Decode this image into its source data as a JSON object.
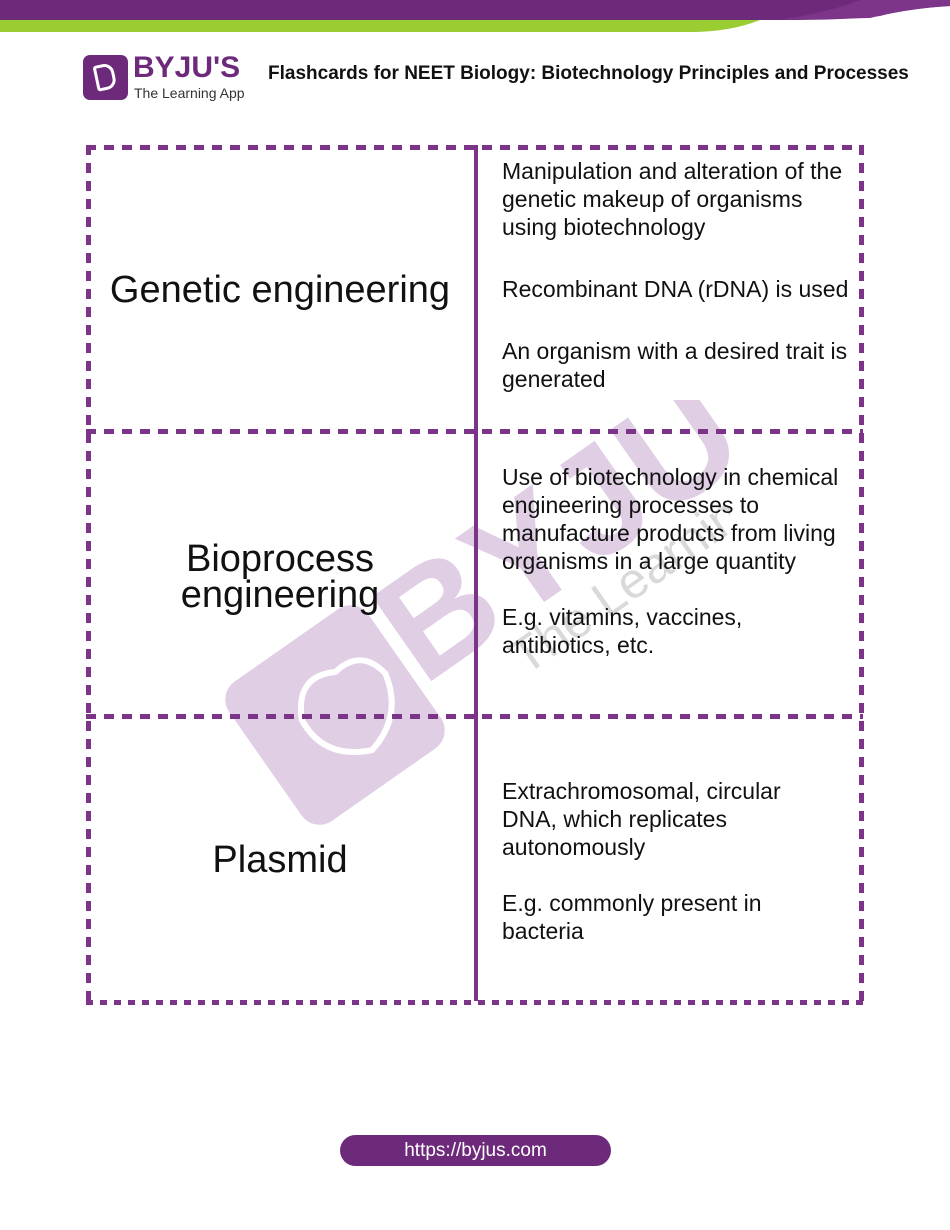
{
  "colors": {
    "brand_purple": "#6d2a7a",
    "accent_green": "#9acd32",
    "border_purple": "#7b3487",
    "watermark": "#c7a6cf"
  },
  "header": {
    "logo_word": "BYJU'S",
    "logo_subtitle": "The Learning App",
    "logo_icon": "byjus-b-icon",
    "title": "Flashcards for NEET Biology: Biotechnology Principles and Processes"
  },
  "cards": [
    {
      "term": "Genetic engineering",
      "definitions": [
        "Manipulation and alteration of the genetic makeup of organisms using biotechnology",
        "Recombinant DNA (rDNA) is used",
        "An organism with a desired trait is generated"
      ]
    },
    {
      "term": "Bioprocess engineering",
      "definitions": [
        "Use of biotechnology in chemical engineering processes to manufacture products from living organisms in a large quantity",
        "E.g. vitamins, vaccines, antibiotics, etc."
      ]
    },
    {
      "term": "Plasmid",
      "definitions": [
        "Extrachromosomal, circular DNA, which replicates autonomously",
        "E.g. commonly present in bacteria"
      ]
    }
  ],
  "watermark": {
    "text": "BYJU'S",
    "subtext": "The Learning App"
  },
  "footer": {
    "url": "https://byjus.com"
  }
}
